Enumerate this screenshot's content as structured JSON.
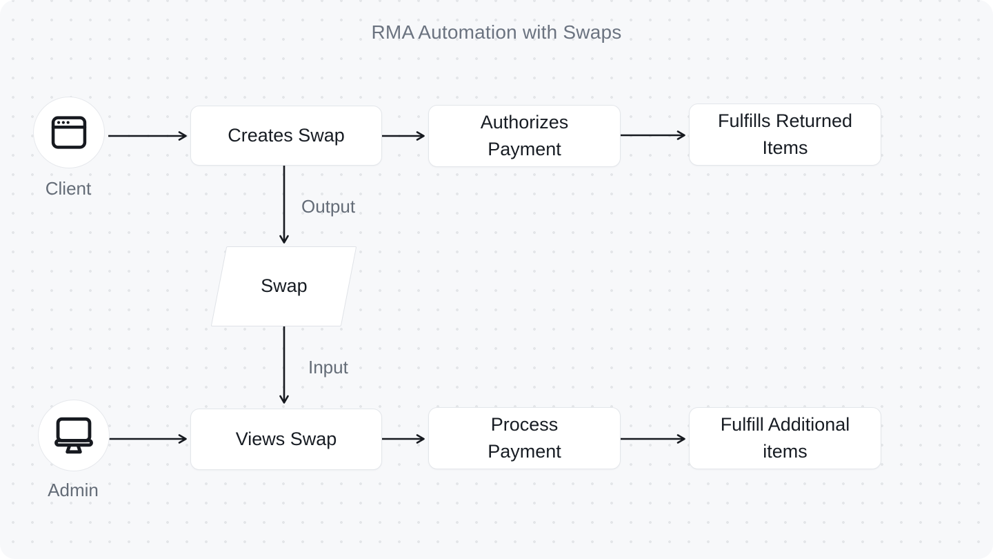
{
  "title": "RMA Automation with Swaps",
  "colors": {
    "background": "#f7f8fa",
    "grid_dot": "#e4e6e9",
    "node_fill": "#ffffff",
    "node_border": "#e3e6ea",
    "node_text": "#171c23",
    "label_text": "#646c77",
    "arrow": "#16191f"
  },
  "actors": [
    {
      "id": "client",
      "label": "Client",
      "icon": "browser-window-icon"
    },
    {
      "id": "admin",
      "label": "Admin",
      "icon": "monitor-icon"
    }
  ],
  "nodes": [
    {
      "id": "creates-swap",
      "shape": "rectangle",
      "label": "Creates Swap"
    },
    {
      "id": "authorizes-payment",
      "shape": "rectangle",
      "label": "Authorizes\nPayment"
    },
    {
      "id": "fulfills-returned-items",
      "shape": "rectangle",
      "label": "Fulfills Returned\nItems"
    },
    {
      "id": "swap",
      "shape": "parallelogram",
      "label": "Swap"
    },
    {
      "id": "views-swap",
      "shape": "rectangle",
      "label": "Views Swap"
    },
    {
      "id": "process-payment",
      "shape": "rectangle",
      "label": "Process\nPayment"
    },
    {
      "id": "fulfill-additional-items",
      "shape": "rectangle",
      "label": "Fulfill Additional\nitems"
    }
  ],
  "edges": [
    {
      "from": "client",
      "to": "creates-swap",
      "label": ""
    },
    {
      "from": "creates-swap",
      "to": "authorizes-payment",
      "label": ""
    },
    {
      "from": "authorizes-payment",
      "to": "fulfills-returned-items",
      "label": ""
    },
    {
      "from": "creates-swap",
      "to": "swap",
      "label": "Output"
    },
    {
      "from": "swap",
      "to": "views-swap",
      "label": "Input"
    },
    {
      "from": "admin",
      "to": "views-swap",
      "label": ""
    },
    {
      "from": "views-swap",
      "to": "process-payment",
      "label": ""
    },
    {
      "from": "process-payment",
      "to": "fulfill-additional-items",
      "label": ""
    }
  ]
}
